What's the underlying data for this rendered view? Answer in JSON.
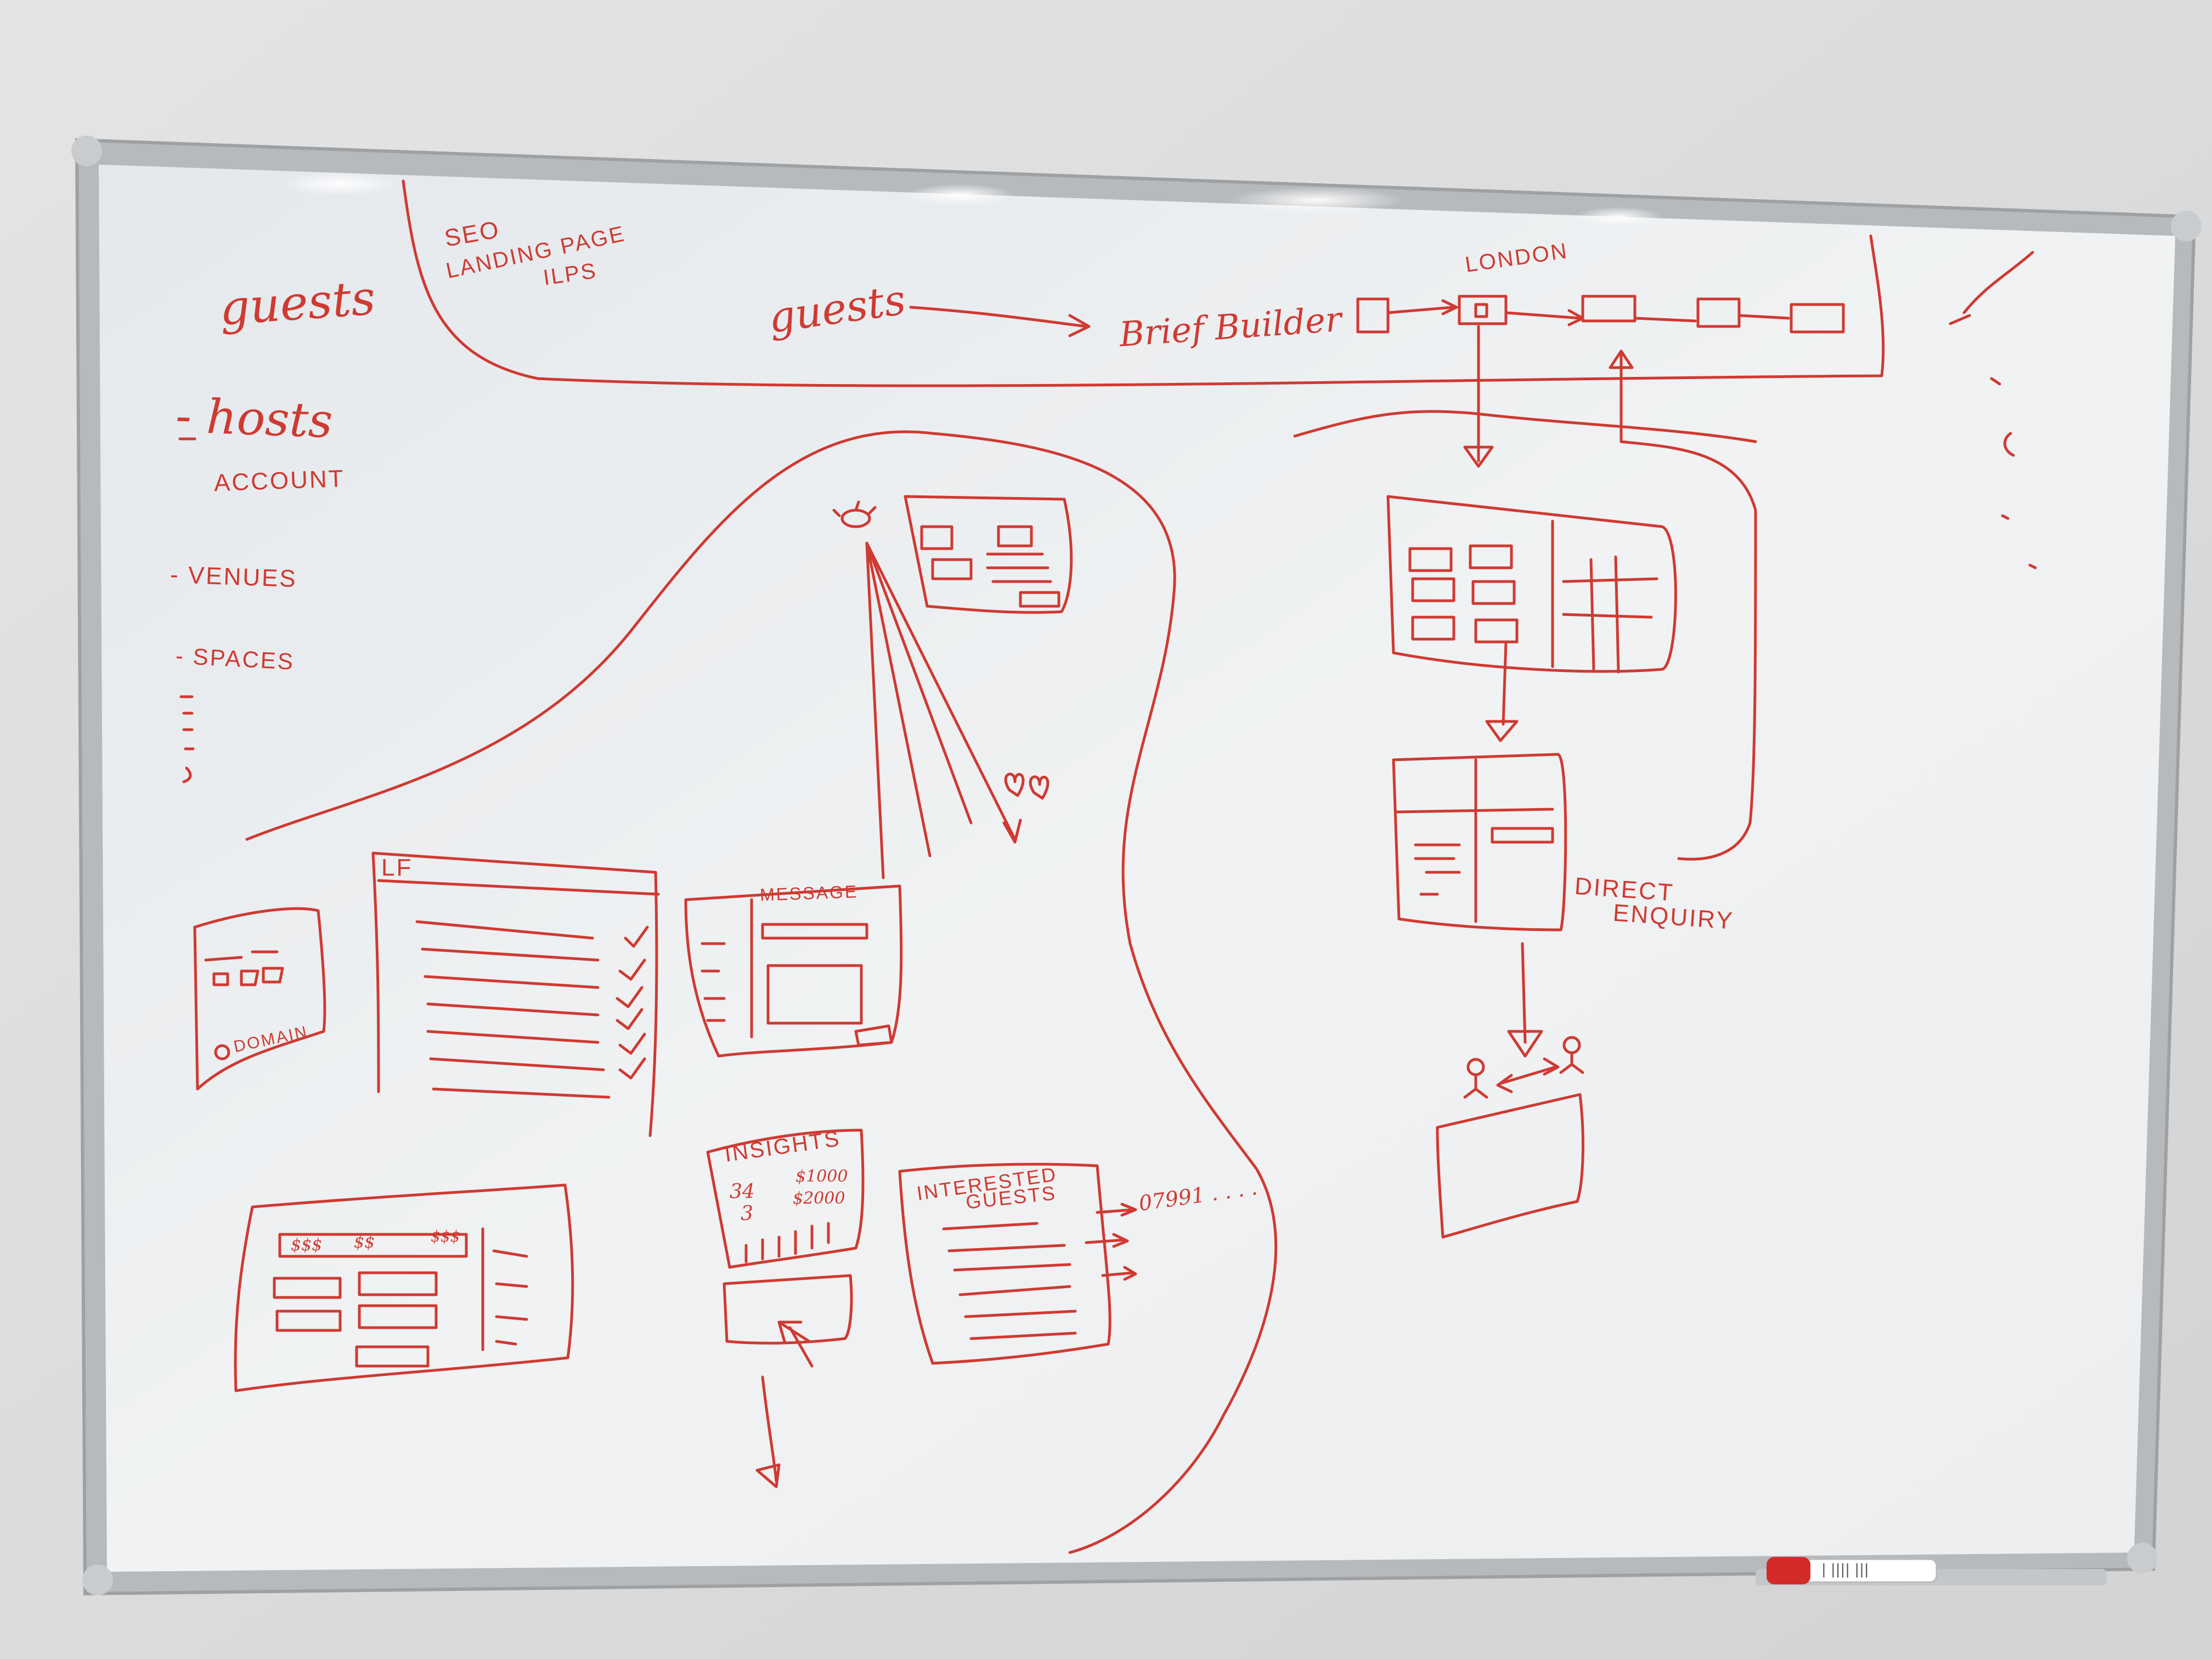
{
  "colors": {
    "ink": "#cf3a32",
    "board": "#eef0f1",
    "frame": "#b9bcbf",
    "wall": "#dcdcdc"
  },
  "left_list": {
    "guests": "guests",
    "hosts": "- hosts",
    "account": "ACCOUNT",
    "venues": "- VENUES",
    "spaces": "- SPACES"
  },
  "top_flow": {
    "seo": "SEO",
    "landing_page": "LANDING PAGE",
    "ilps": "ILPS",
    "guests": "guests",
    "brief_builder": "Brief Builder",
    "london": "LONDON"
  },
  "wireframes": {
    "lf": "LF",
    "message": "MESSAGE",
    "domain": "DOMAIN",
    "insights": "INSIGHTS",
    "insights_n1": "34",
    "insights_n2": "3",
    "insights_v1": "$1000",
    "insights_v2": "$2000",
    "interested": "INTERESTED",
    "guests_caps": "GUESTS",
    "phone": "07991 . . . .",
    "tile1": "$$$",
    "tile2": "$$",
    "tile3": "$$$"
  },
  "right_flow": {
    "direct": "DIRECT",
    "enquiry": "ENQUIRY"
  },
  "marker": {
    "label": "| |||| |||"
  }
}
